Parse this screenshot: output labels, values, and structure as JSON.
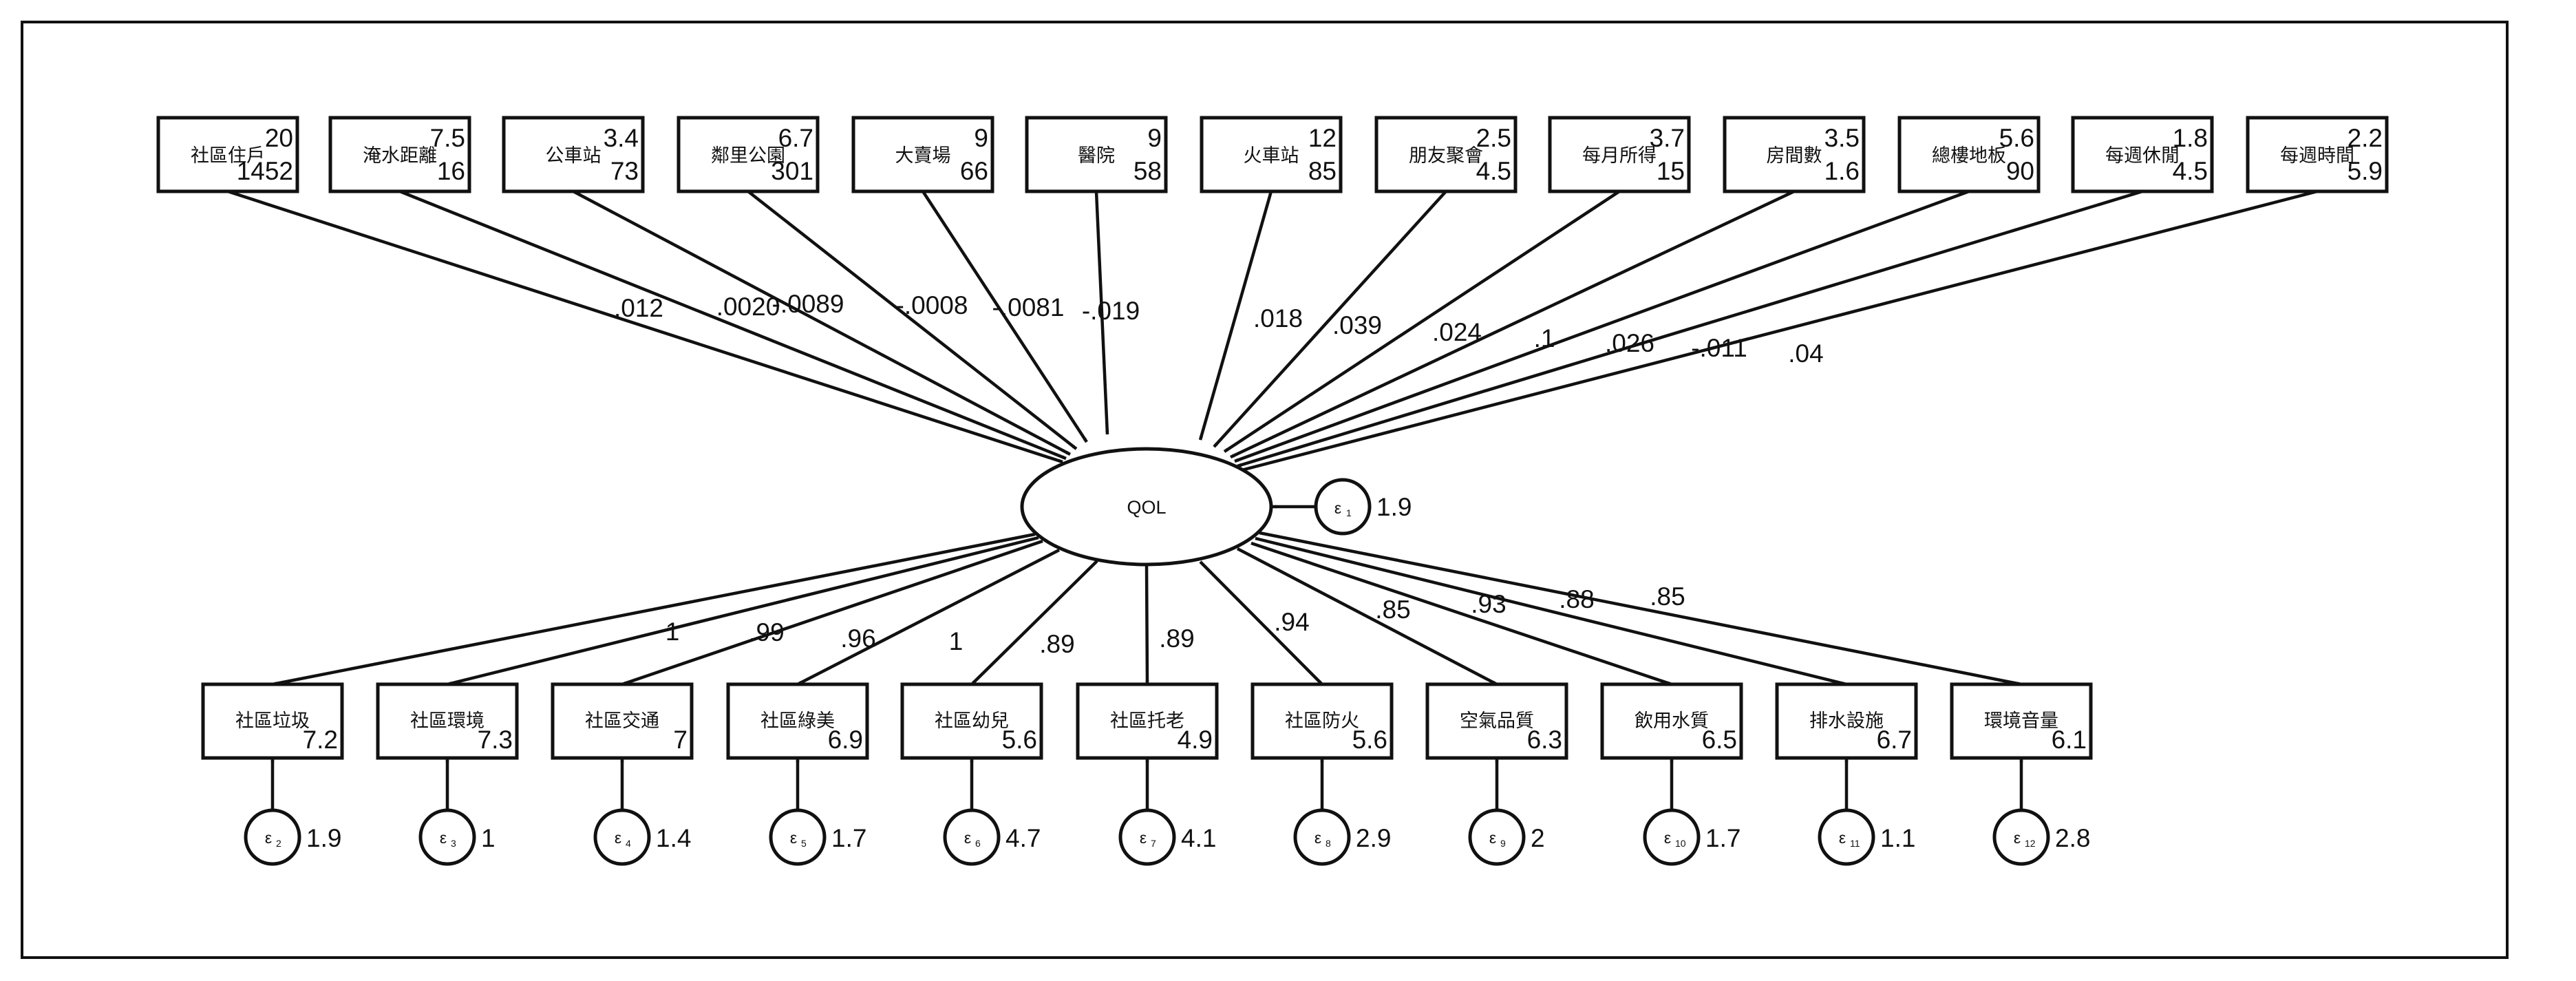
{
  "latent": {
    "label": "QOL",
    "error": {
      "name": "ε",
      "index": "1",
      "variance": "1.9"
    }
  },
  "exogenous": [
    {
      "label": "社區住戶",
      "mean": "20",
      "variance": "1452",
      "path": ".012"
    },
    {
      "label": "淹水距離",
      "mean": "7.5",
      "variance": "16",
      "path": ".0020"
    },
    {
      "label": "公車站",
      "mean": "3.4",
      "variance": "73",
      "path": "-.0089"
    },
    {
      "label": "鄰里公園",
      "mean": "6.7",
      "variance": "301",
      "path": "-.0008"
    },
    {
      "label": "大賣場",
      "mean": "9",
      "variance": "66",
      "path": "-.0081"
    },
    {
      "label": "醫院",
      "mean": "9",
      "variance": "58",
      "path": "-.019"
    },
    {
      "label": "火車站",
      "mean": "12",
      "variance": "85",
      "path": ".018"
    },
    {
      "label": "朋友聚會",
      "mean": "2.5",
      "variance": "4.5",
      "path": ".039"
    },
    {
      "label": "每月所得",
      "mean": "3.7",
      "variance": "15",
      "path": ".024"
    },
    {
      "label": "房間數",
      "mean": "3.5",
      "variance": "1.6",
      "path": ".1"
    },
    {
      "label": "總樓地板",
      "mean": "5.6",
      "variance": "90",
      "path": ".026"
    },
    {
      "label": "每週休閒",
      "mean": "1.8",
      "variance": "4.5",
      "path": "-.011"
    },
    {
      "label": "每週時間",
      "mean": "2.2",
      "variance": "5.9",
      "path": ".04"
    }
  ],
  "indicators": [
    {
      "label": "社區垃圾",
      "intercept": "7.2",
      "loading": "1",
      "error_index": "2",
      "error_variance": "1.9"
    },
    {
      "label": "社區環境",
      "intercept": "7.3",
      "loading": ".99",
      "error_index": "3",
      "error_variance": "1"
    },
    {
      "label": "社區交通",
      "intercept": "7",
      "loading": ".96",
      "error_index": "4",
      "error_variance": "1.4"
    },
    {
      "label": "社區綠美",
      "intercept": "6.9",
      "loading": "1",
      "error_index": "5",
      "error_variance": "1.7"
    },
    {
      "label": "社區幼兒",
      "intercept": "5.6",
      "loading": ".89",
      "error_index": "6",
      "error_variance": "4.7"
    },
    {
      "label": "社區托老",
      "intercept": "4.9",
      "loading": ".89",
      "error_index": "7",
      "error_variance": "4.1"
    },
    {
      "label": "社區防火",
      "intercept": "5.6",
      "loading": ".94",
      "error_index": "8",
      "error_variance": "2.9"
    },
    {
      "label": "空氣品質",
      "intercept": "6.3",
      "loading": ".85",
      "error_index": "9",
      "error_variance": "2"
    },
    {
      "label": "飲用水質",
      "intercept": "6.5",
      "loading": ".93",
      "error_index": "10",
      "error_variance": "1.7"
    },
    {
      "label": "排水設施",
      "intercept": "6.7",
      "loading": ".88",
      "error_index": "11",
      "error_variance": "1.1"
    },
    {
      "label": "環境音量",
      "intercept": "6.1",
      "loading": ".85",
      "error_index": "12",
      "error_variance": "2.8"
    }
  ],
  "error_symbol": "ε"
}
